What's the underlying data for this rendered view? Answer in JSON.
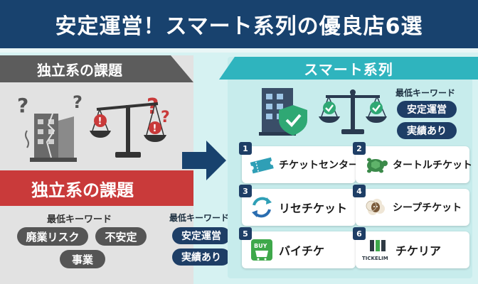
{
  "header": {
    "title": "安定運営！スマート系列の優良店6選"
  },
  "left": {
    "head_title": "独立系の課題",
    "red_title": "独立系の課題",
    "keyword_label": "最低キーワード",
    "keywords": [
      "廃業リスク",
      "不安定",
      "事業"
    ]
  },
  "middle": {
    "keyword_label": "最低キーワード",
    "keywords": [
      "安定運営",
      "実績あり"
    ]
  },
  "right": {
    "head_title": "スマート系列",
    "keyword_label": "最低キーワード",
    "keywords": [
      "安定運営",
      "実績あり"
    ],
    "cards": [
      {
        "num": "1",
        "label": "チケットセンター",
        "icon": "ticket-icon"
      },
      {
        "num": "2",
        "label": "タートルチケット",
        "icon": "turtle-icon"
      },
      {
        "num": "3",
        "label": "リセチケット",
        "icon": "recycle-icon"
      },
      {
        "num": "4",
        "label": "シープチケット",
        "icon": "sheep-icon"
      },
      {
        "num": "5",
        "label": "バイチケ",
        "icon": "buy-bag-icon",
        "icon_text": "BUY"
      },
      {
        "num": "6",
        "label": "チケリア",
        "icon": "ticket-logo-icon",
        "icon_text": "TICKELIM"
      }
    ]
  },
  "colors": {
    "navy": "#18426e",
    "teal": "#2fb4be",
    "red": "#c93a3a",
    "gray": "#5c5c5c"
  }
}
